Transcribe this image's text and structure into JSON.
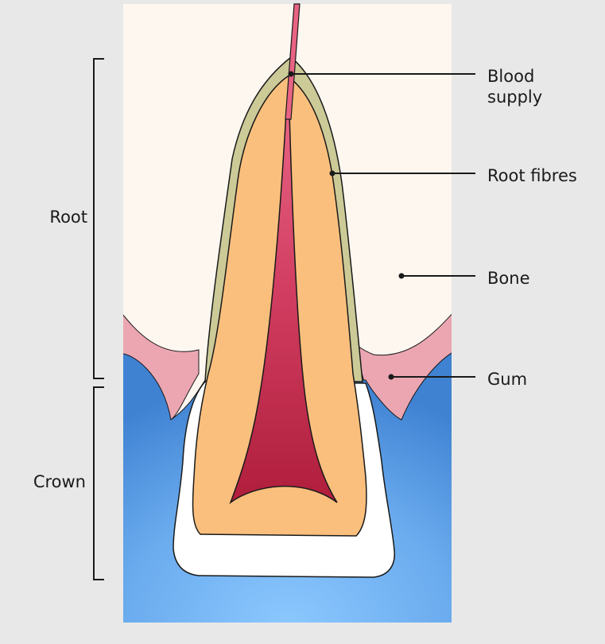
{
  "labels": {
    "root": "Root",
    "crown": "Crown",
    "blood_supply_line1": "Blood",
    "blood_supply_line2": "supply",
    "root_fibres": "Root fibres",
    "bone": "Bone",
    "gum": "Gum"
  },
  "colors": {
    "page_background": "#e8e8e8",
    "bone": "#fdf7f0",
    "gum": "#eba6b2",
    "tissue_blue": "#6aabee",
    "enamel": "#ffffff",
    "dentine": "#fbbf7d",
    "root_fibres": "#ccca97",
    "pulp_light": "#e86383",
    "pulp_dark": "#b3203d",
    "outline": "#1a1a1a"
  }
}
